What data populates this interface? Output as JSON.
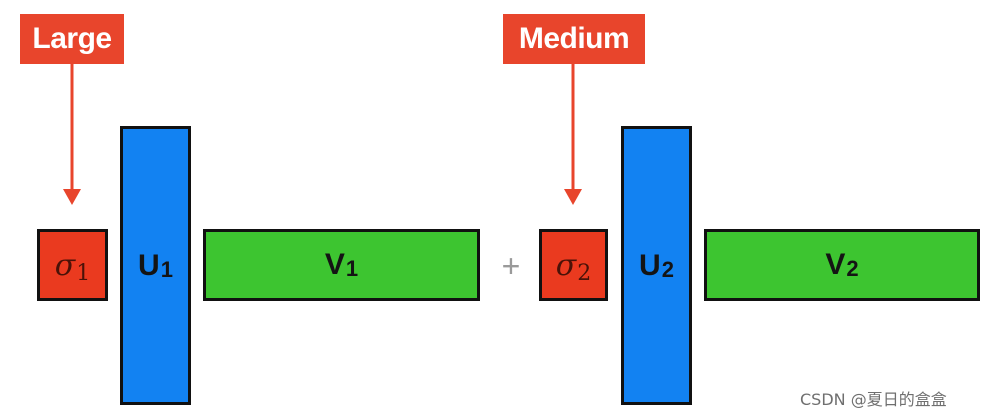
{
  "colors": {
    "tag": "#e8452c",
    "sigma": "#ea3a1f",
    "u": "#1282f2",
    "v": "#3dc530",
    "arrow": "#e8452c",
    "border": "#111111",
    "plus": "#9a9a9a"
  },
  "labels": {
    "large": "Large",
    "medium": "Medium"
  },
  "term1": {
    "sigma_symbol": "σ",
    "sigma_sub": "1",
    "u_letter": "U",
    "u_sub": "1",
    "v_letter": "V",
    "v_sub": "1"
  },
  "operator": "+",
  "term2": {
    "sigma_symbol": "σ",
    "sigma_sub": "2",
    "u_letter": "U",
    "u_sub": "2",
    "v_letter": "V",
    "v_sub": "2"
  },
  "watermark": "CSDN @夏日的盒盒"
}
